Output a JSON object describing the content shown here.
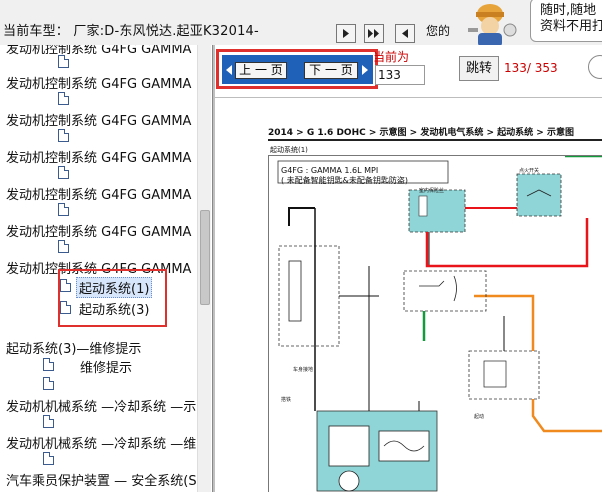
{
  "topbar": {
    "vehicle_label": "当前车型： 厂家:D-东风悦达.起亚K32014-",
    "your_text": "您的",
    "bubble_line1": "随时,随地",
    "bubble_line2": "资料不用打"
  },
  "tree": {
    "items": [
      {
        "label": "发动机控制系统 G4FG GAMMA"
      },
      {
        "label": "发动机控制系统 G4FG GAMMA"
      },
      {
        "label": "发动机控制系统 G4FG GAMMA"
      },
      {
        "label": "发动机控制系统 G4FG GAMMA"
      },
      {
        "label": "发动机控制系统 G4FG GAMMA"
      },
      {
        "label": "发动机控制系统 G4FG GAMMA"
      },
      {
        "label": "发动机控制系统 G4FG GAMMA"
      }
    ],
    "child1": "起动系统(1)",
    "child2": "起动系统(3)",
    "item_repair": "起动系统(3)—维修提示",
    "item_repair_child": "维修提示",
    "item_cooling1": "发动机机械系统 —冷却系统 —示",
    "item_cooling2": "发动机机械系统 —冷却系统 —维",
    "item_safety": "汽车乘员保护装置 — 安全系统(S"
  },
  "viewer": {
    "prev_label": "上 一 页",
    "next_label": "下 一 页",
    "current_label": "当前为",
    "page_value": "133",
    "jump_label": "跳转",
    "page_count": "133/ 353"
  },
  "document": {
    "header": "2014 > G 1.6 DOHC > 示意图 > 发动机电气系统 > 起动系统 > 示意图",
    "section": "起动系统(1)",
    "engine_line1": "G4FG : GAMMA 1.6L MPI",
    "engine_line2": "(    未配备智能钥匙&未配备钥匙防盗)"
  },
  "colors": {
    "accent_red": "#e0302e",
    "pager_blue": "#1f60b8",
    "wire_red": "#e8141a",
    "wire_orange": "#f08a1e",
    "wire_green": "#139a3c",
    "fuse_box": "#8fd4d6"
  }
}
